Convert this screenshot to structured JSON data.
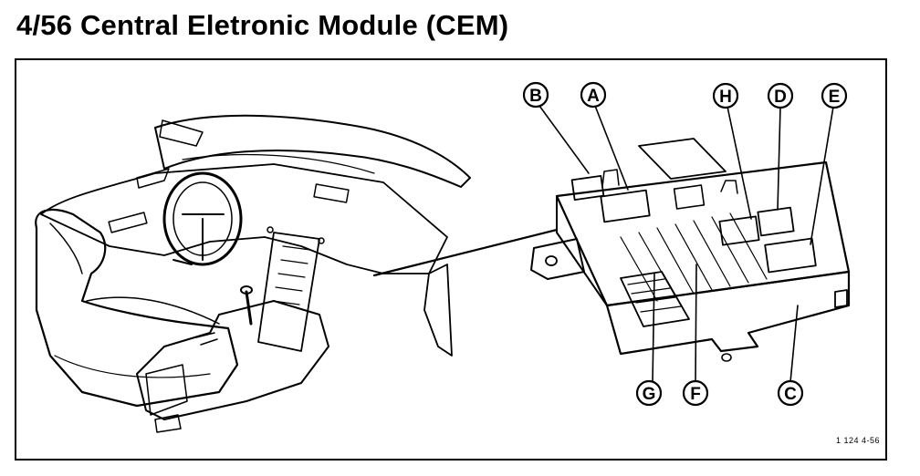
{
  "page": {
    "title": "4/56 Central Eletronic Module (CEM)",
    "reference_code": "1 124 4-56"
  },
  "callouts": [
    {
      "id": "A",
      "label": "A"
    },
    {
      "id": "B",
      "label": "B"
    },
    {
      "id": "C",
      "label": "C"
    },
    {
      "id": "D",
      "label": "D"
    },
    {
      "id": "E",
      "label": "E"
    },
    {
      "id": "F",
      "label": "F"
    },
    {
      "id": "G",
      "label": "G"
    },
    {
      "id": "H",
      "label": "H"
    }
  ],
  "colors": {
    "ink": "#000000",
    "paper": "#ffffff"
  }
}
